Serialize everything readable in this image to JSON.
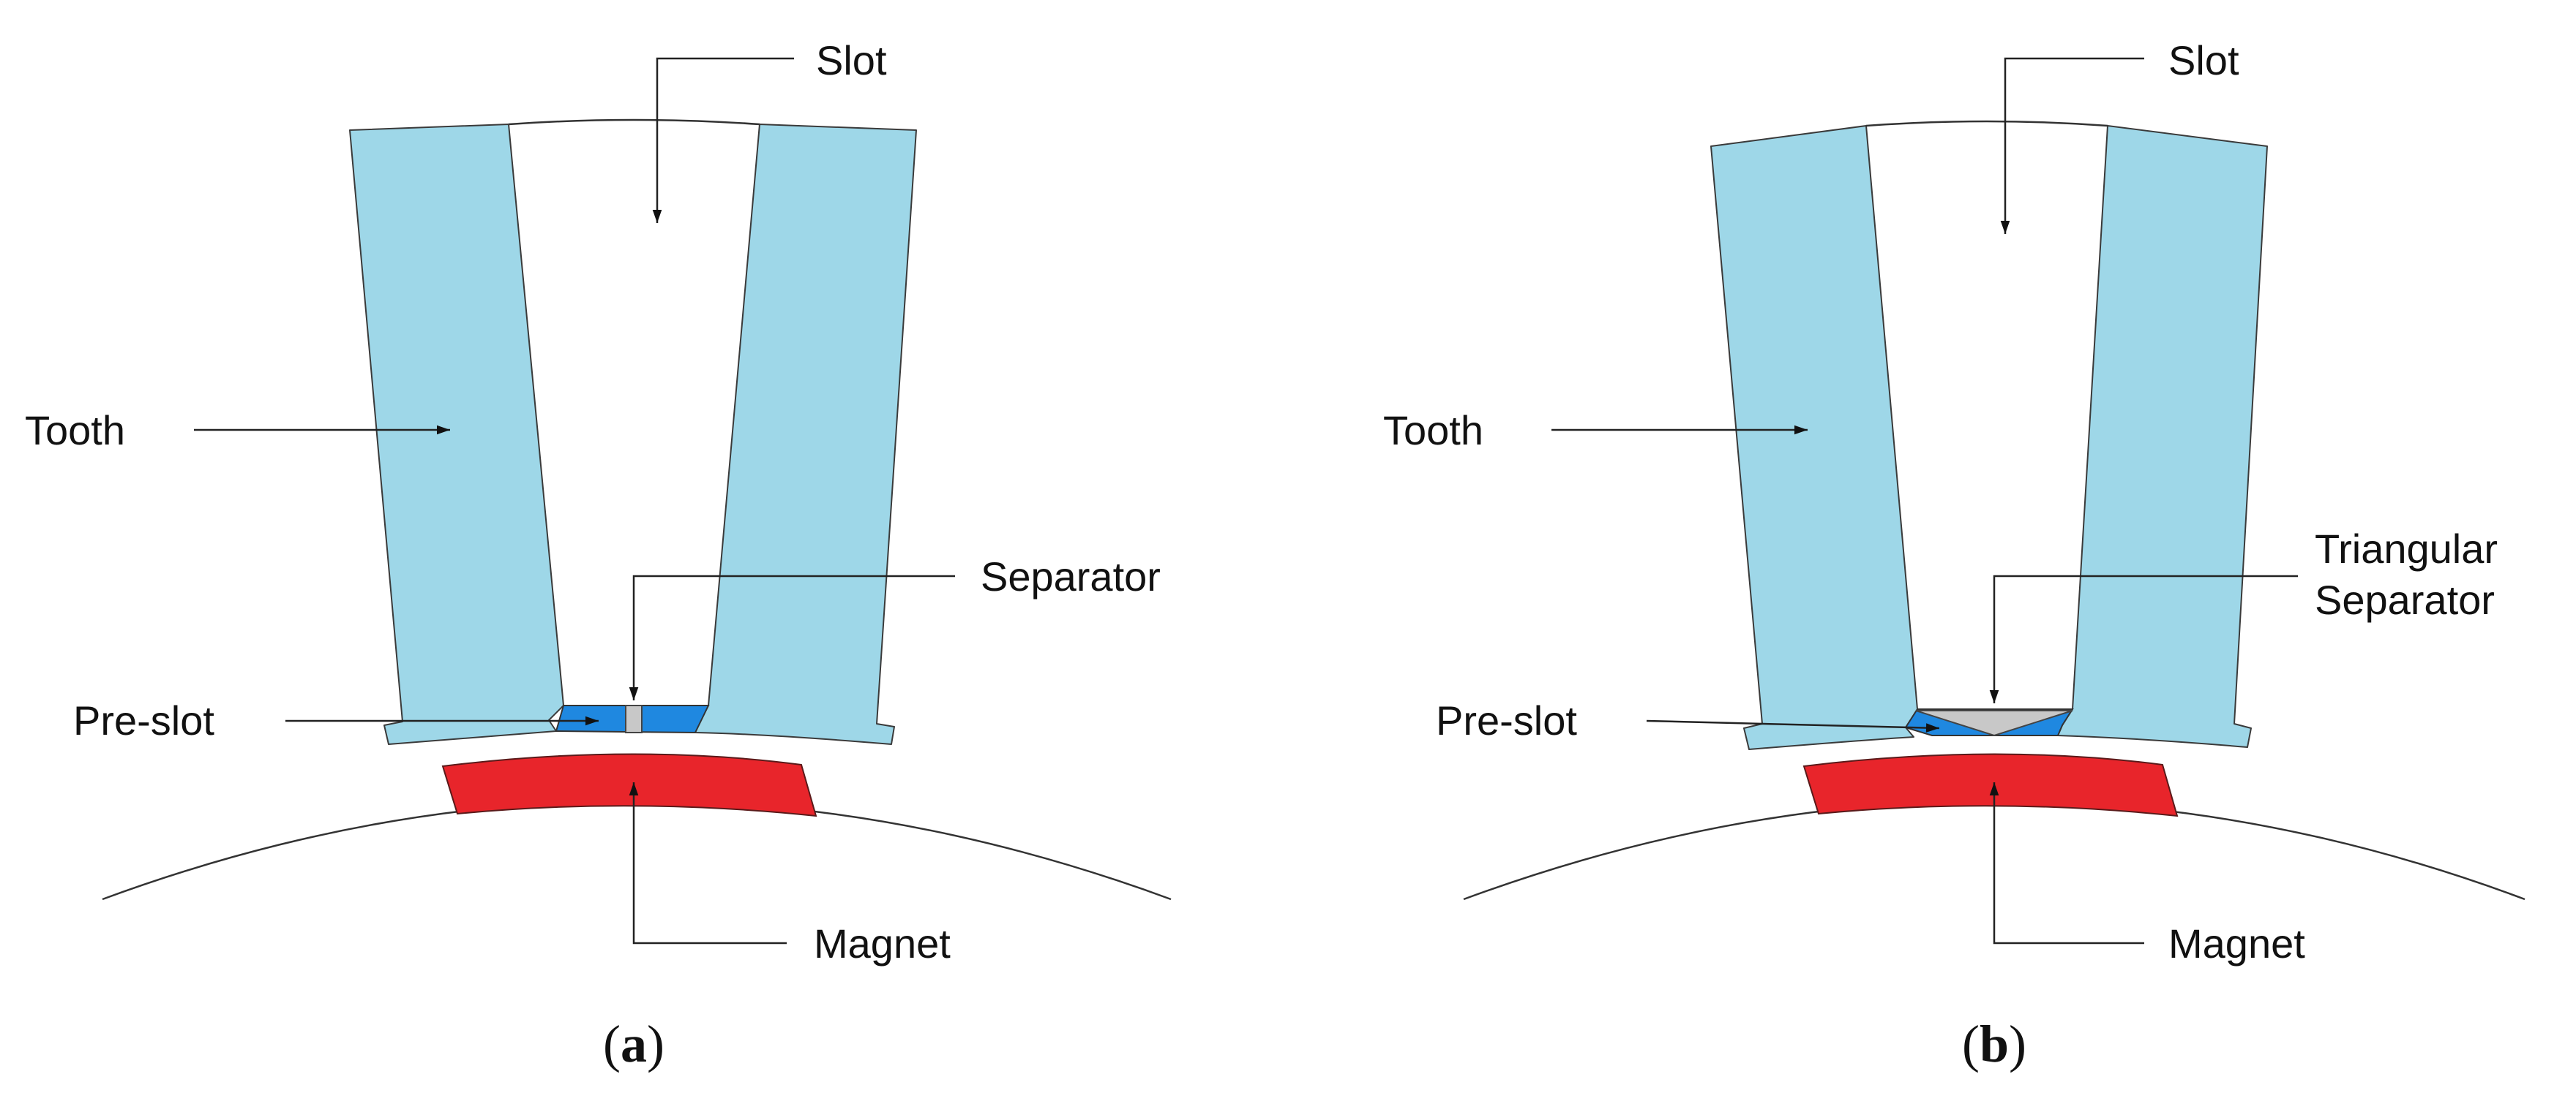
{
  "panel_a": {
    "labels": {
      "slot": "Slot",
      "tooth": "Tooth",
      "separator": "Separator",
      "pre_slot": "Pre-slot",
      "magnet": "Magnet"
    },
    "caption": {
      "open": "(",
      "letter": "a",
      "close": ")"
    }
  },
  "panel_b": {
    "labels": {
      "slot": "Slot",
      "tooth": "Tooth",
      "separator_line1": "Triangular",
      "separator_line2": "Separator",
      "pre_slot": "Pre-slot",
      "magnet": "Magnet"
    },
    "caption": {
      "open": "(",
      "letter": "b",
      "close": ")"
    }
  },
  "colors": {
    "tooth": "#9ed7e8",
    "pre_slot": "#1f88e0",
    "separator": "#c8c8c8",
    "magnet": "#e8252b"
  }
}
